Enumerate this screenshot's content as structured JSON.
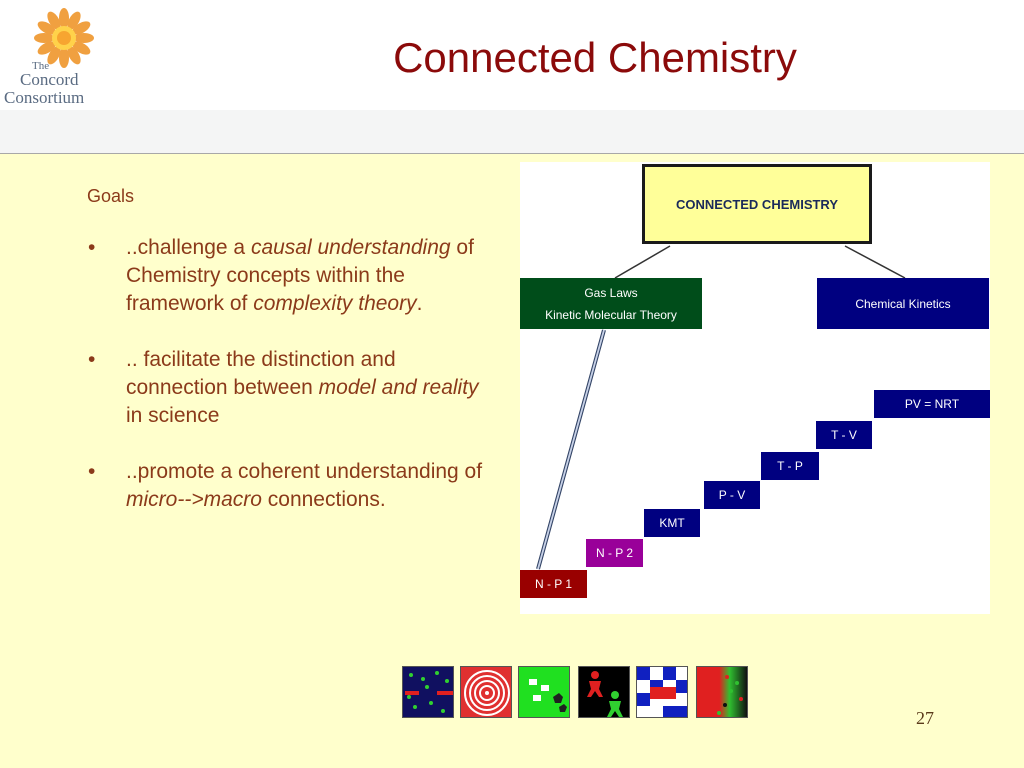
{
  "logo": {
    "line1": "The",
    "line2": "Concord",
    "line3": "Consortium"
  },
  "slide": {
    "title": "Connected Chemistry",
    "goals_label": "Goals",
    "bullets": [
      {
        "segments": [
          {
            "text": "..challenge a ",
            "italic": false
          },
          {
            "text": "causal understanding",
            "italic": true
          },
          {
            "text": " of Chemistry concepts within the framework of ",
            "italic": false
          },
          {
            "text": "complexity theory",
            "italic": true
          },
          {
            "text": ".",
            "italic": false
          }
        ]
      },
      {
        "segments": [
          {
            "text": ".. facilitate the distinction and connection between ",
            "italic": false
          },
          {
            "text": "model and reality",
            "italic": true
          },
          {
            "text": " in science",
            "italic": false
          }
        ]
      },
      {
        "segments": [
          {
            "text": "..promote a coherent understanding of ",
            "italic": false
          },
          {
            "text": "micro-->macro",
            "italic": true
          },
          {
            "text": " connections.",
            "italic": false
          }
        ]
      }
    ],
    "page_number": "27"
  },
  "diagram": {
    "main": "CONNECTED CHEMISTRY",
    "gas_line1": "Gas Laws",
    "gas_line2": "Kinetic Molecular Theory",
    "kinetics": "Chemical Kinetics",
    "steps": [
      {
        "label": "N - P 1",
        "color": "#990000"
      },
      {
        "label": "N - P 2",
        "color": "#990099"
      },
      {
        "label": "KMT",
        "color": "#000080"
      },
      {
        "label": "P - V",
        "color": "#000080"
      },
      {
        "label": "T - P",
        "color": "#000080"
      },
      {
        "label": "T - V",
        "color": "#000080"
      },
      {
        "label": "PV = NRT",
        "color": "#000080"
      }
    ]
  },
  "icons": [
    "gas-particles-icon",
    "target-rings-icon",
    "sheep-wolves-icon",
    "people-figures-icon",
    "grid-cells-icon",
    "red-green-diffusion-icon"
  ],
  "colors": {
    "title": "#8b0a0a",
    "text": "#8b3a1a",
    "content_bg": "#ffffcc",
    "navy": "#000080",
    "dark_green": "#004d1a"
  }
}
